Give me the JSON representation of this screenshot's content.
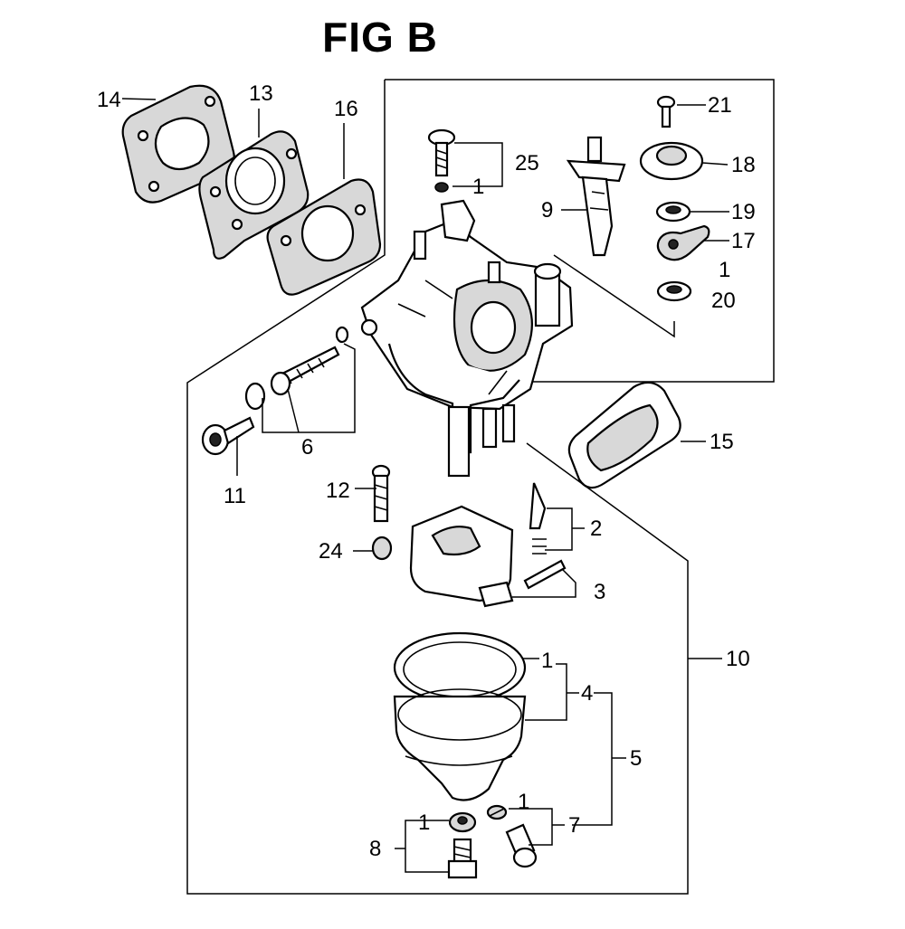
{
  "figure": {
    "title": "FIG B"
  },
  "callouts": {
    "c1a": "1",
    "c1b": "1",
    "c1c": "1",
    "c1d": "1",
    "c1e": "1",
    "c2": "2",
    "c3": "3",
    "c4": "4",
    "c5": "5",
    "c6": "6",
    "c7": "7",
    "c8": "8",
    "c9": "9",
    "c10": "10",
    "c11": "11",
    "c12": "12",
    "c13": "13",
    "c14": "14",
    "c15": "15",
    "c16": "16",
    "c17": "17",
    "c18": "18",
    "c19": "19",
    "c20": "20",
    "c21": "21",
    "c24": "24",
    "c25": "25"
  }
}
